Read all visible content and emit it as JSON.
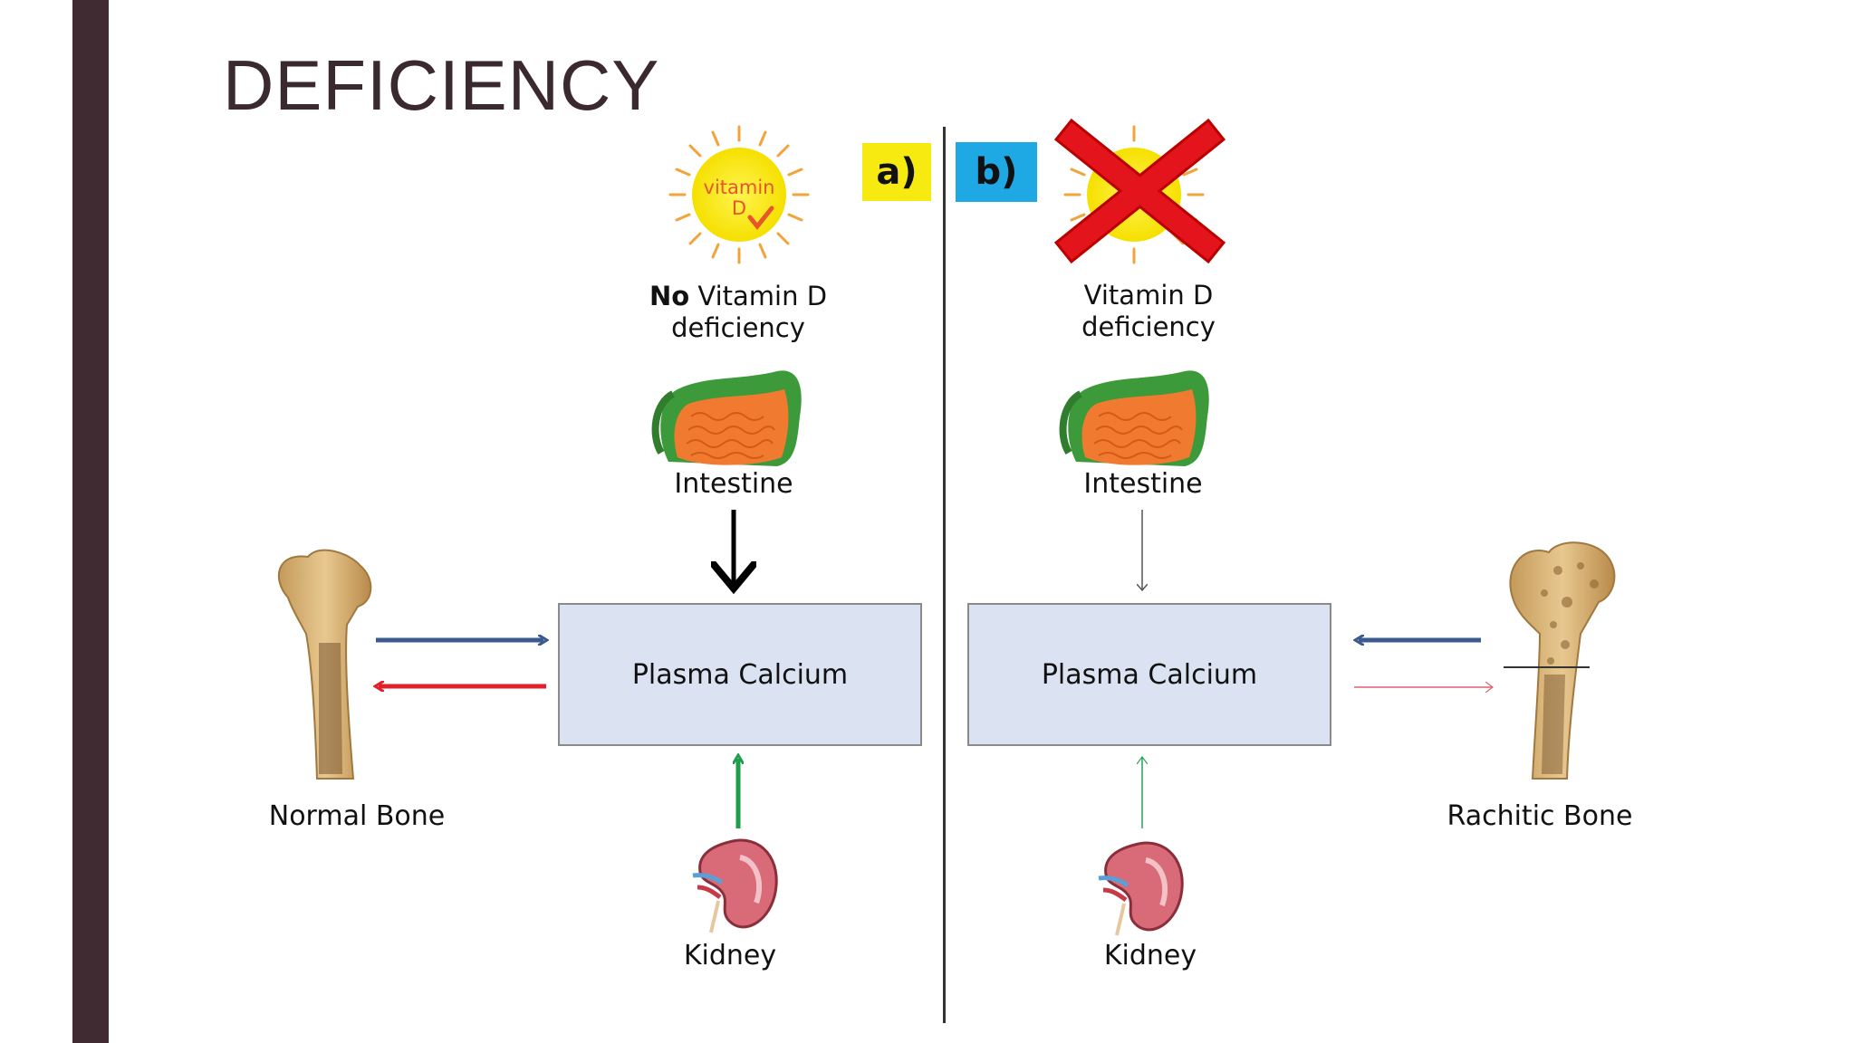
{
  "slide": {
    "title": "DEFICIENCY"
  },
  "panel_a": {
    "tag": "a)",
    "sun_text_line1": "vitamin",
    "sun_text_line2": "D",
    "status_bold": "No",
    "status_rest": " Vitamin D",
    "status_line2": "deficiency",
    "intestine_label": "Intestine",
    "box_label": "Plasma Calcium",
    "kidney_label": "Kidney",
    "bone_label": "Normal Bone"
  },
  "panel_b": {
    "tag": "b)",
    "status_line1": "Vitamin D",
    "status_line2": "deficiency",
    "intestine_label": "Intestine",
    "box_label": "Plasma Calcium",
    "kidney_label": "Kidney",
    "bone_label": "Rachitic Bone"
  },
  "colors": {
    "sidebar": "#3f2b31",
    "tag_a": "#f7ea10",
    "tag_b": "#1ea8e4",
    "arrow_blue": "#3b5a8e",
    "arrow_red": "#e0202a",
    "arrow_green": "#1e9e4a",
    "cross": "#e3141b"
  }
}
